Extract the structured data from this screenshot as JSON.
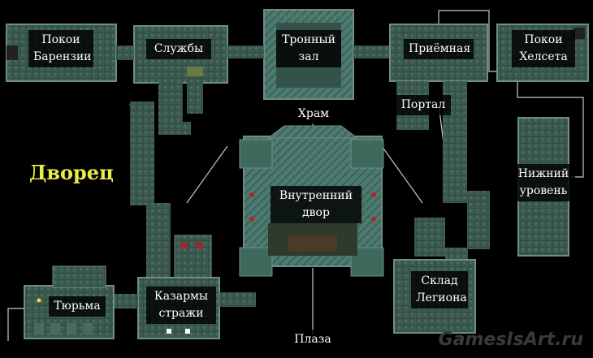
{
  "map": {
    "title": "Дворец",
    "watermark": "GamesIsArt.ru",
    "rooms": {
      "baren": "Покои\nБарензии",
      "sluzhby": "Службы",
      "throne": "Тронный\nзал",
      "priemnaya": "Приёмная",
      "helset": "Покои\nХелсета",
      "hram": "Храм",
      "portal": "Портал",
      "lower": "Нижний\nуровень",
      "inner": "Внутренний\nдвор",
      "prison": "Тюрьма",
      "barracks": "Казармы\nстражи",
      "sklad": "Склад\nЛегиона",
      "plaza": "Плаза"
    }
  }
}
